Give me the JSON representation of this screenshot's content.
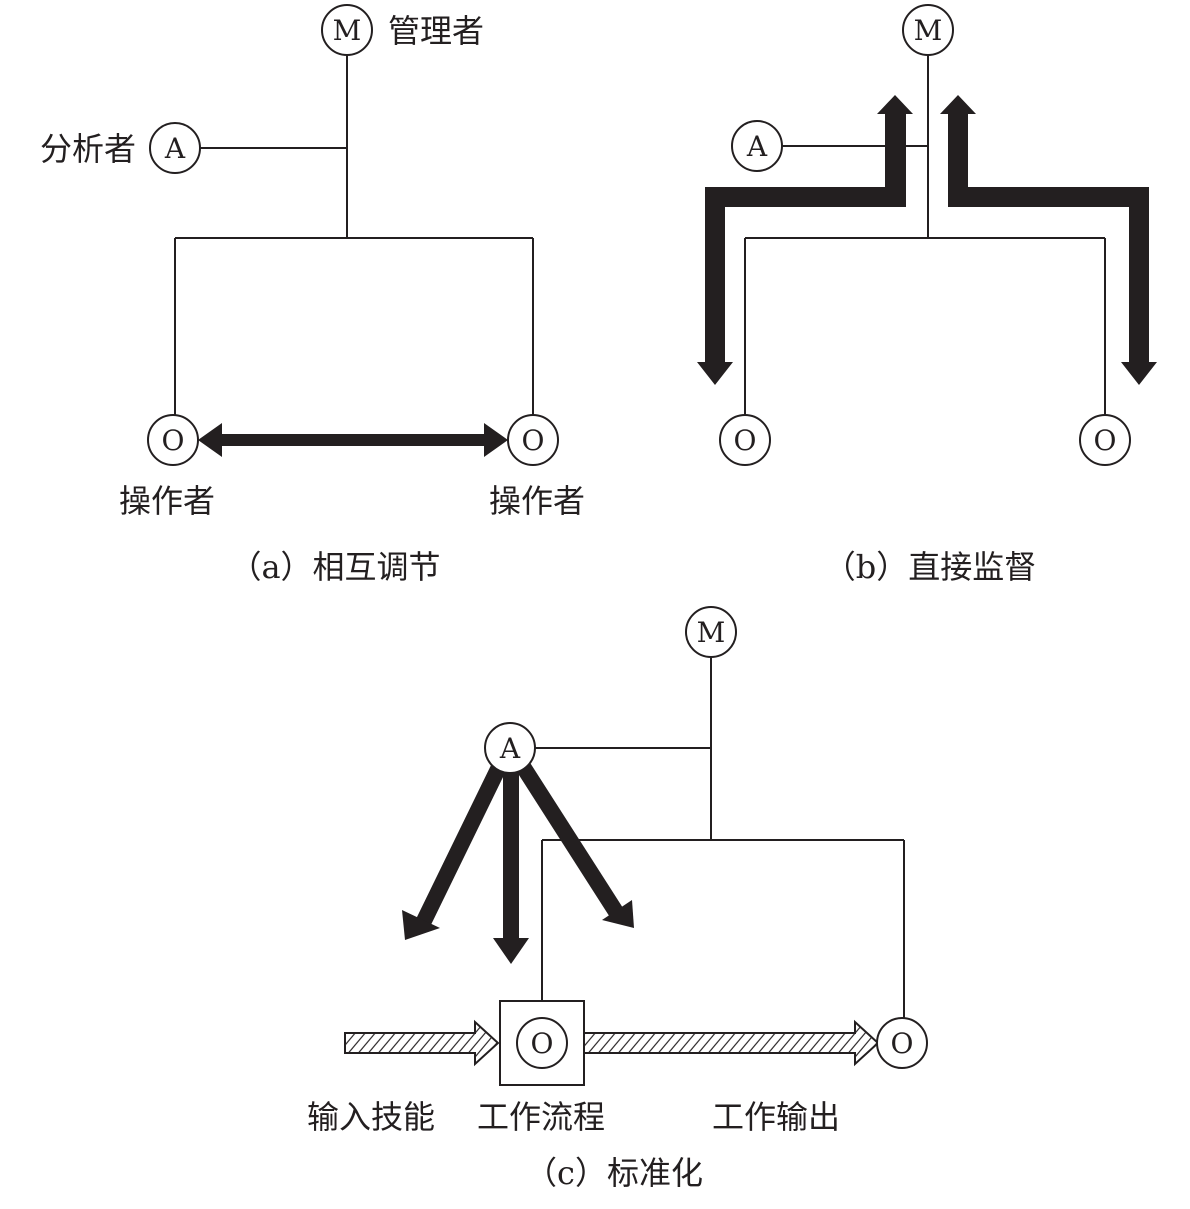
{
  "panel_a": {
    "caption": "（a）相互调节",
    "manager_node": "M",
    "manager_label": "管理者",
    "analyst_node": "A",
    "analyst_label": "分析者",
    "operator_node_left": "O",
    "operator_node_right": "O",
    "operator_label_left": "操作者",
    "operator_label_right": "操作者"
  },
  "panel_b": {
    "caption": "（b）直接监督",
    "manager_node": "M",
    "analyst_node": "A",
    "operator_node_left": "O",
    "operator_node_right": "O"
  },
  "panel_c": {
    "caption": "（c）标准化",
    "manager_node": "M",
    "analyst_node": "A",
    "operator_node_process": "O",
    "operator_node_output": "O",
    "label_input": "输入技能",
    "label_process": "工作流程",
    "label_output": "工作输出"
  },
  "colors": {
    "ink": "#231f20",
    "background": "#ffffff"
  }
}
